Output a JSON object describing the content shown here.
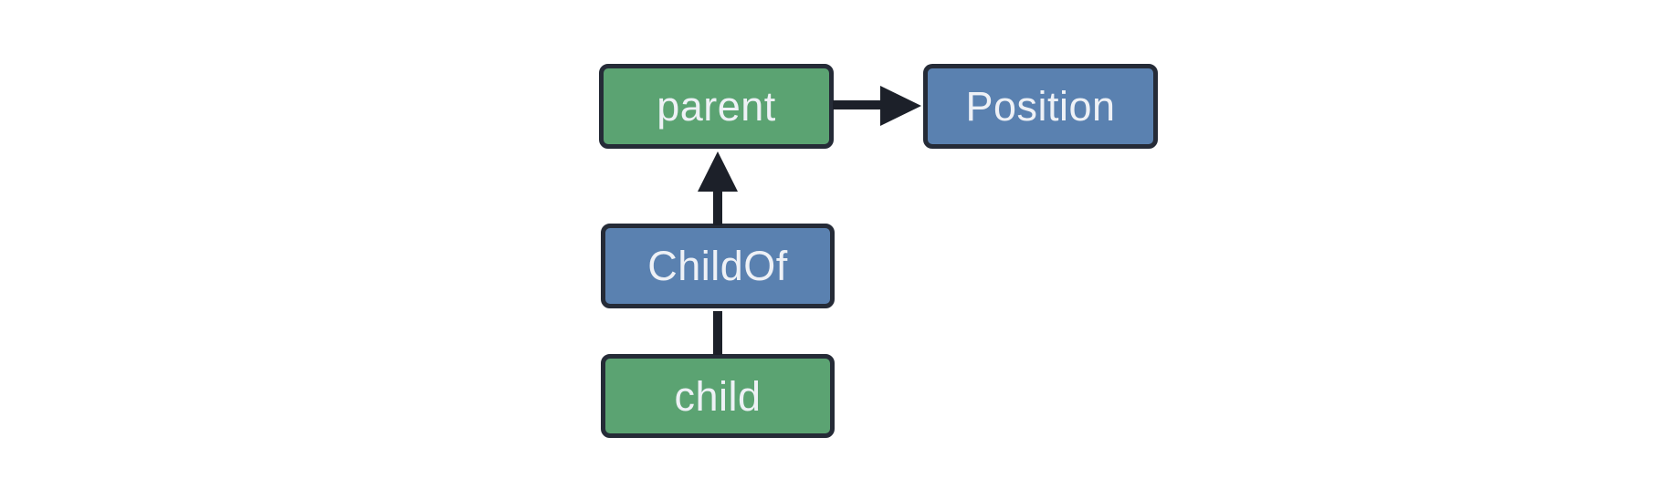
{
  "diagram": {
    "background": "#ffffff",
    "colors": {
      "entity_fill": "#5ba372",
      "component_fill": "#5a81b0",
      "node_border": "#252b37",
      "connector": "#1c2029",
      "label_text": "#eef1f6"
    },
    "nodes": [
      {
        "id": "parent",
        "label": "parent",
        "kind": "entity",
        "fill": "green"
      },
      {
        "id": "Position",
        "label": "Position",
        "kind": "component",
        "fill": "blue"
      },
      {
        "id": "ChildOf",
        "label": "ChildOf",
        "kind": "relationship",
        "fill": "blue"
      },
      {
        "id": "child",
        "label": "child",
        "kind": "entity",
        "fill": "green"
      }
    ],
    "edges": [
      {
        "from": "parent",
        "to": "Position",
        "style": "arrow",
        "direction": "right"
      },
      {
        "from": "ChildOf",
        "to": "parent",
        "style": "arrow",
        "direction": "up"
      },
      {
        "from": "child",
        "to": "ChildOf",
        "style": "plain-line",
        "direction": "up"
      }
    ]
  }
}
